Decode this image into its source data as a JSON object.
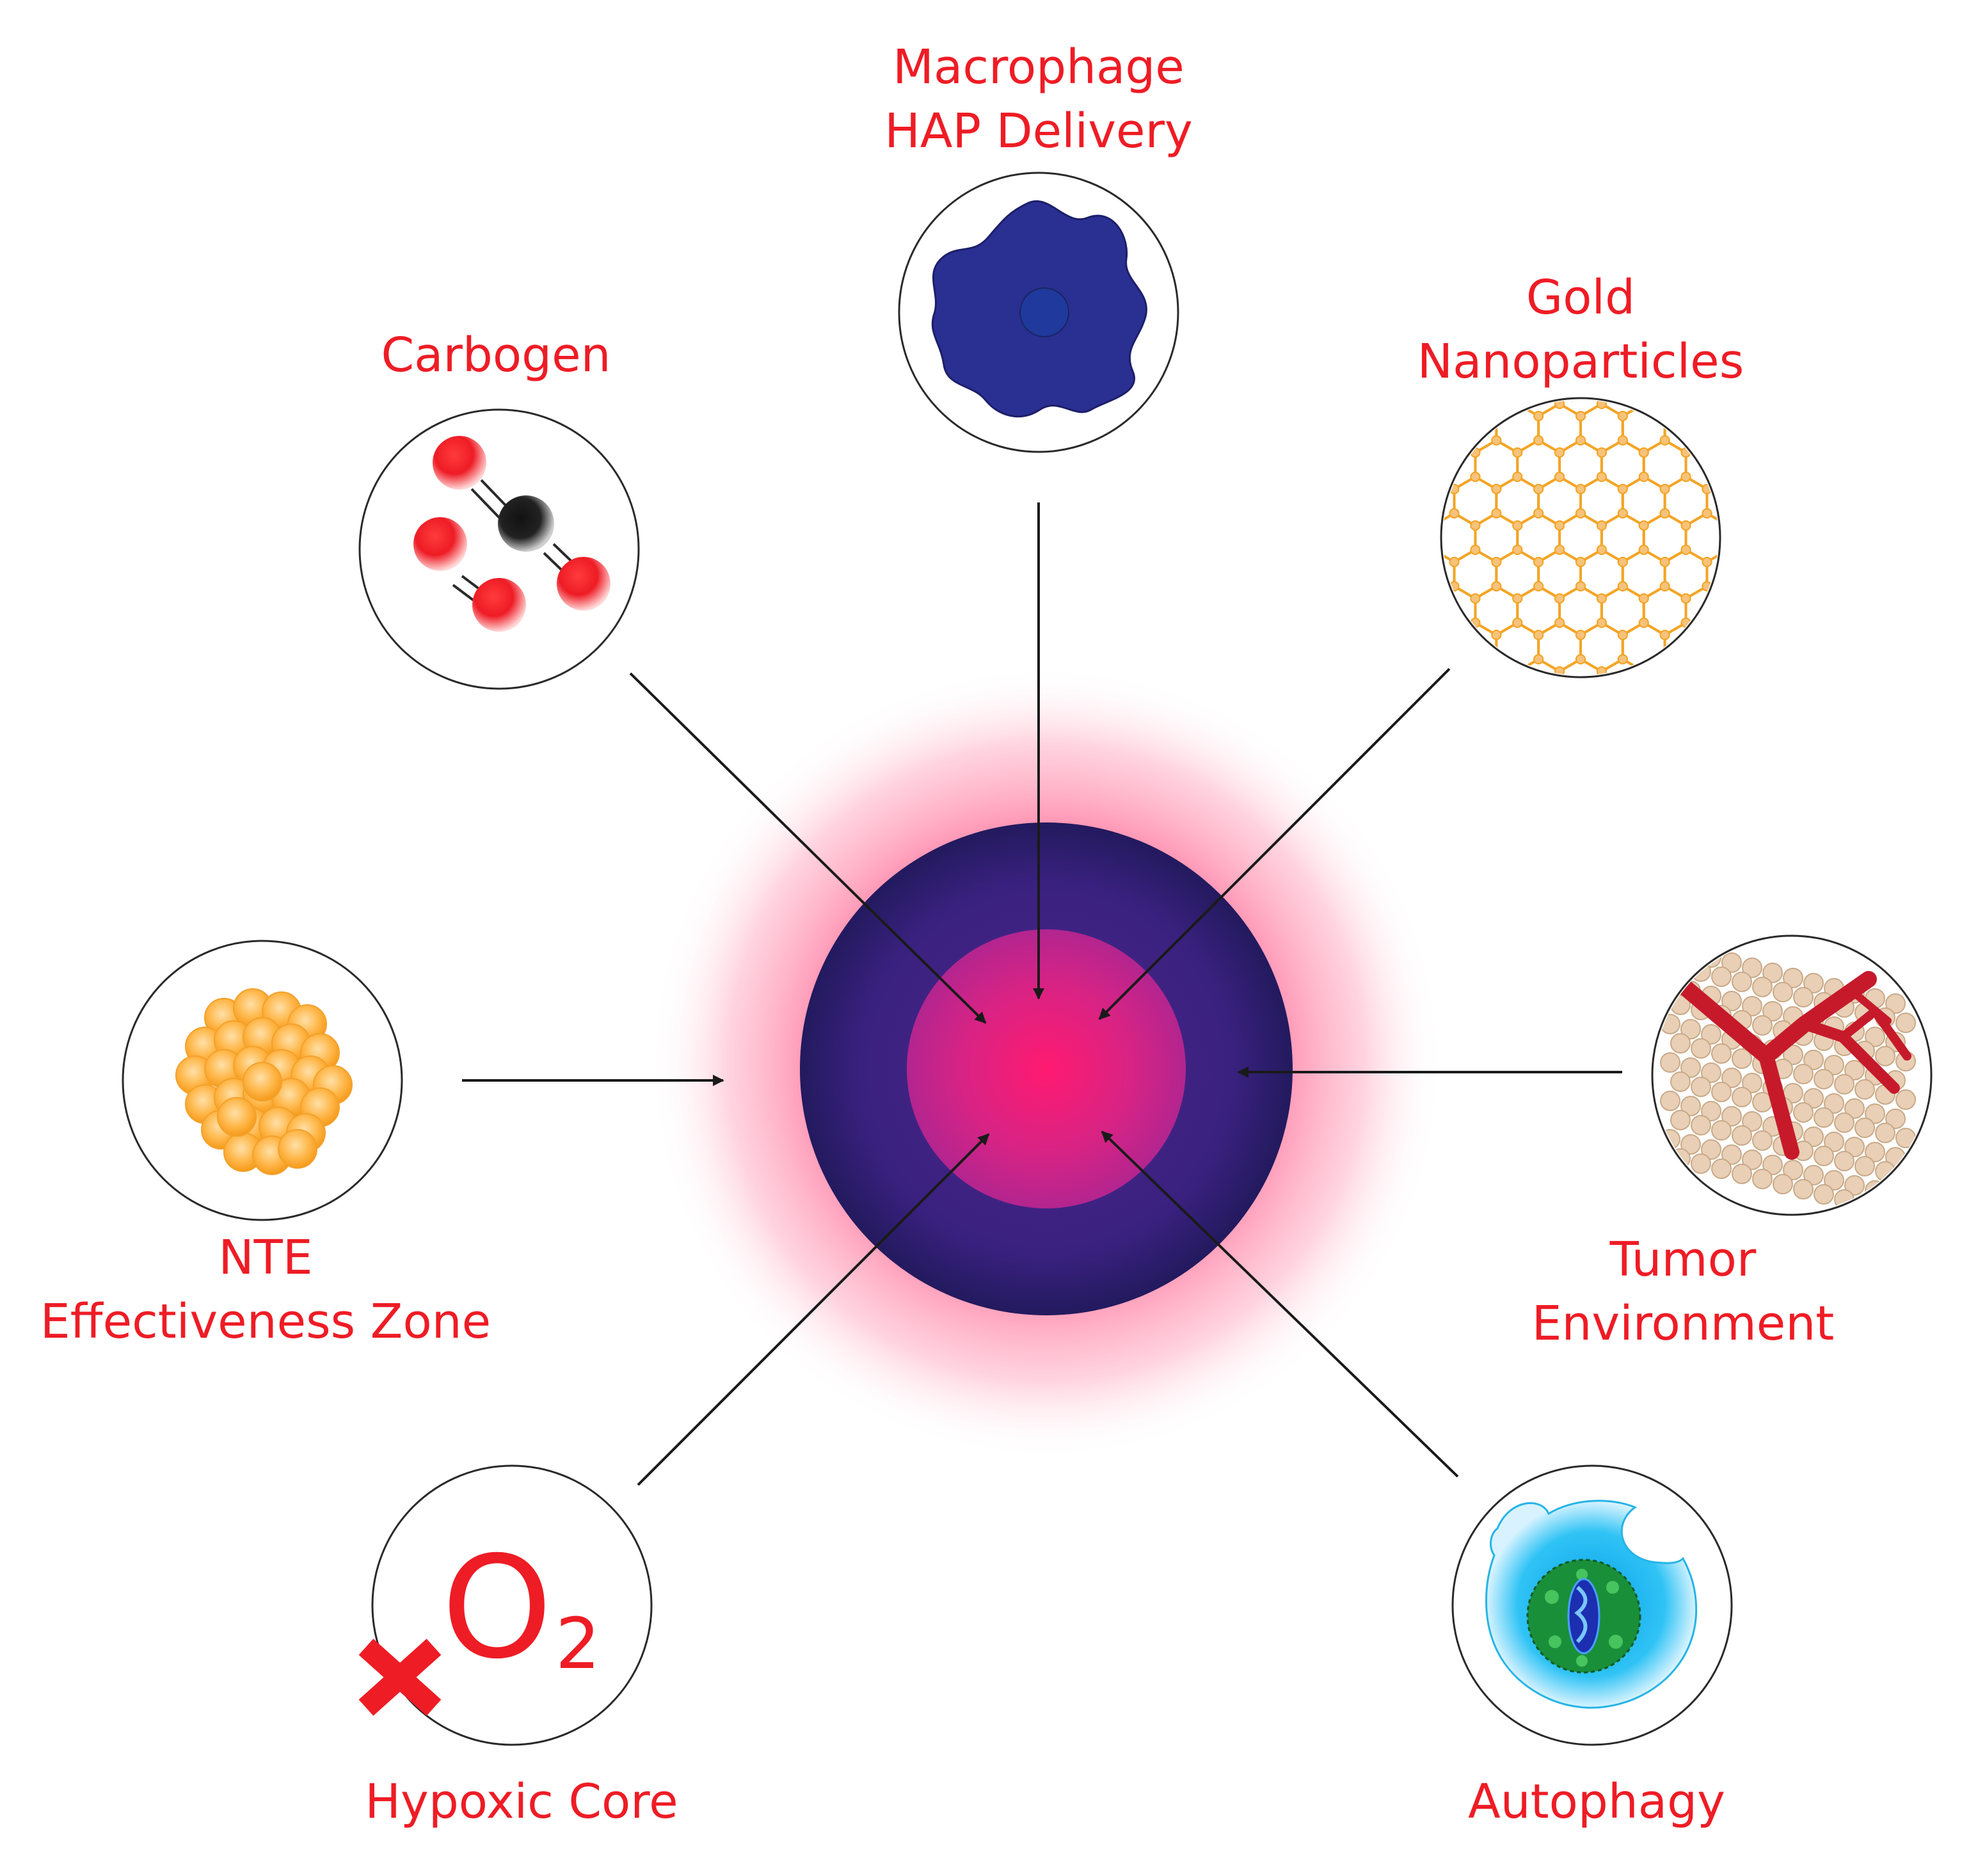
{
  "colors": {
    "label": "#ee1c25",
    "ring": "#2a2a2a",
    "arrow": "#1a1a1a",
    "core_outer": "#2b2170",
    "core_inner": "#c2238a",
    "core_center": "#ff1a6e",
    "glow": "#ff8fae"
  },
  "labels": {
    "macrophage": [
      "Macrophage",
      "HAP Delivery"
    ],
    "gold": [
      "Gold",
      "Nanoparticles"
    ],
    "carbogen": [
      "Carbogen"
    ],
    "nte": [
      "NTE",
      "Effectiveness Zone"
    ],
    "tumor": [
      "Tumor",
      "Environment"
    ],
    "hypoxic": [
      "Hypoxic Core"
    ],
    "autophagy": [
      "Autophagy"
    ]
  },
  "hypoxic_icon": {
    "text": "O",
    "subscript": "2"
  },
  "icons": {
    "macrophage": "macrophage-cell-icon",
    "gold": "gold-lattice-icon",
    "carbogen": "co2-molecule-icon",
    "nte": "nanoparticle-cluster-icon",
    "tumor": "tumor-vessel-icon",
    "hypoxic": "no-oxygen-icon",
    "autophagy": "autophagy-cell-icon"
  }
}
